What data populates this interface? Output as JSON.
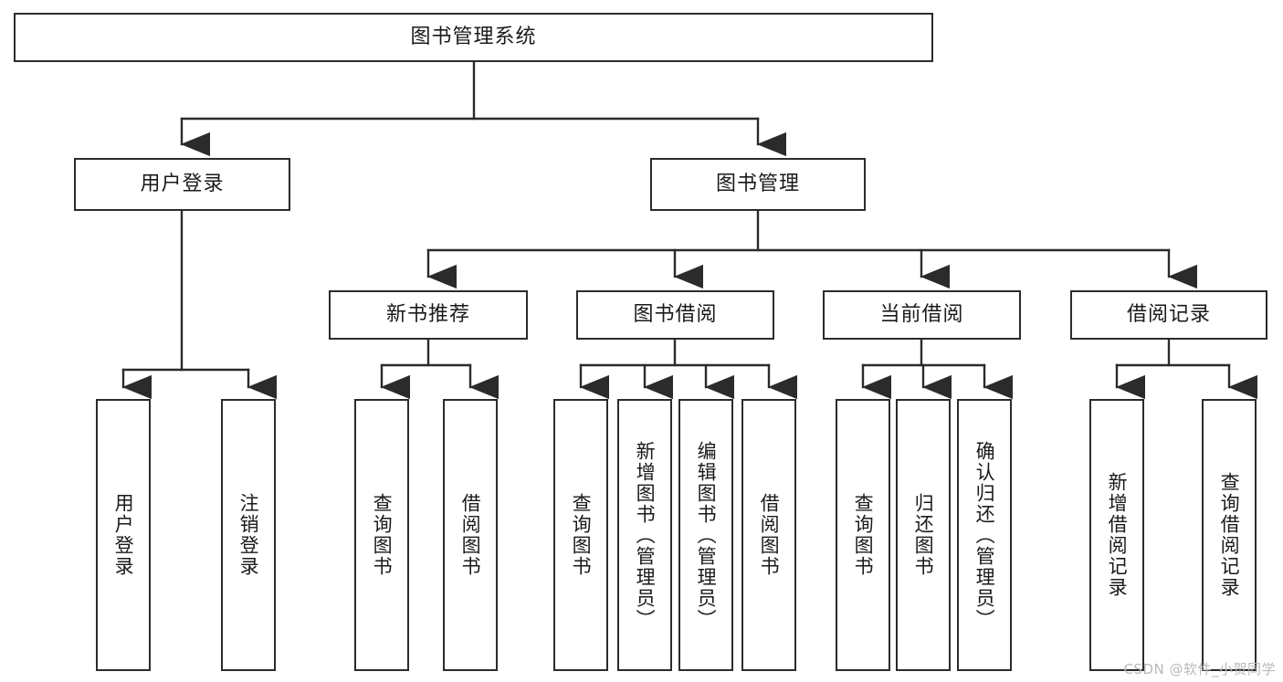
{
  "diagram": {
    "title": "图书管理系统",
    "type": "tree",
    "stroke_color": "#2b2b2b",
    "box_fill": "#ffffff",
    "text_color": "#1a1a1a",
    "root": {
      "label": "图书管理系统",
      "orientation": "horizontal"
    },
    "level2": [
      {
        "label": "用户登录",
        "orientation": "horizontal"
      },
      {
        "label": "图书管理",
        "orientation": "horizontal"
      }
    ],
    "level3": [
      {
        "label": "新书推荐",
        "orientation": "horizontal"
      },
      {
        "label": "图书借阅",
        "orientation": "horizontal"
      },
      {
        "label": "当前借阅",
        "orientation": "horizontal"
      },
      {
        "label": "借阅记录",
        "orientation": "horizontal"
      }
    ],
    "leaves": {
      "user_login": [
        {
          "label": "用户登录",
          "orientation": "vertical"
        },
        {
          "label": "注销登录",
          "orientation": "vertical"
        }
      ],
      "new_book_recommend": [
        {
          "label": "查询图书",
          "orientation": "vertical"
        },
        {
          "label": "借阅图书",
          "orientation": "vertical"
        }
      ],
      "book_borrow": [
        {
          "label": "查询图书",
          "orientation": "vertical"
        },
        {
          "label": "新增图书（管理员）",
          "orientation": "vertical"
        },
        {
          "label": "编辑图书（管理员）",
          "orientation": "vertical"
        },
        {
          "label": "借阅图书",
          "orientation": "vertical"
        }
      ],
      "current_borrow": [
        {
          "label": "查询图书",
          "orientation": "vertical"
        },
        {
          "label": "归还图书",
          "orientation": "vertical"
        },
        {
          "label": "确认归还（管理员）",
          "orientation": "vertical"
        }
      ],
      "borrow_record": [
        {
          "label": "新增借阅记录",
          "orientation": "vertical"
        },
        {
          "label": "查询借阅记录",
          "orientation": "vertical"
        }
      ]
    }
  },
  "watermark": {
    "text": "CSDN @软件_小贺同学"
  }
}
